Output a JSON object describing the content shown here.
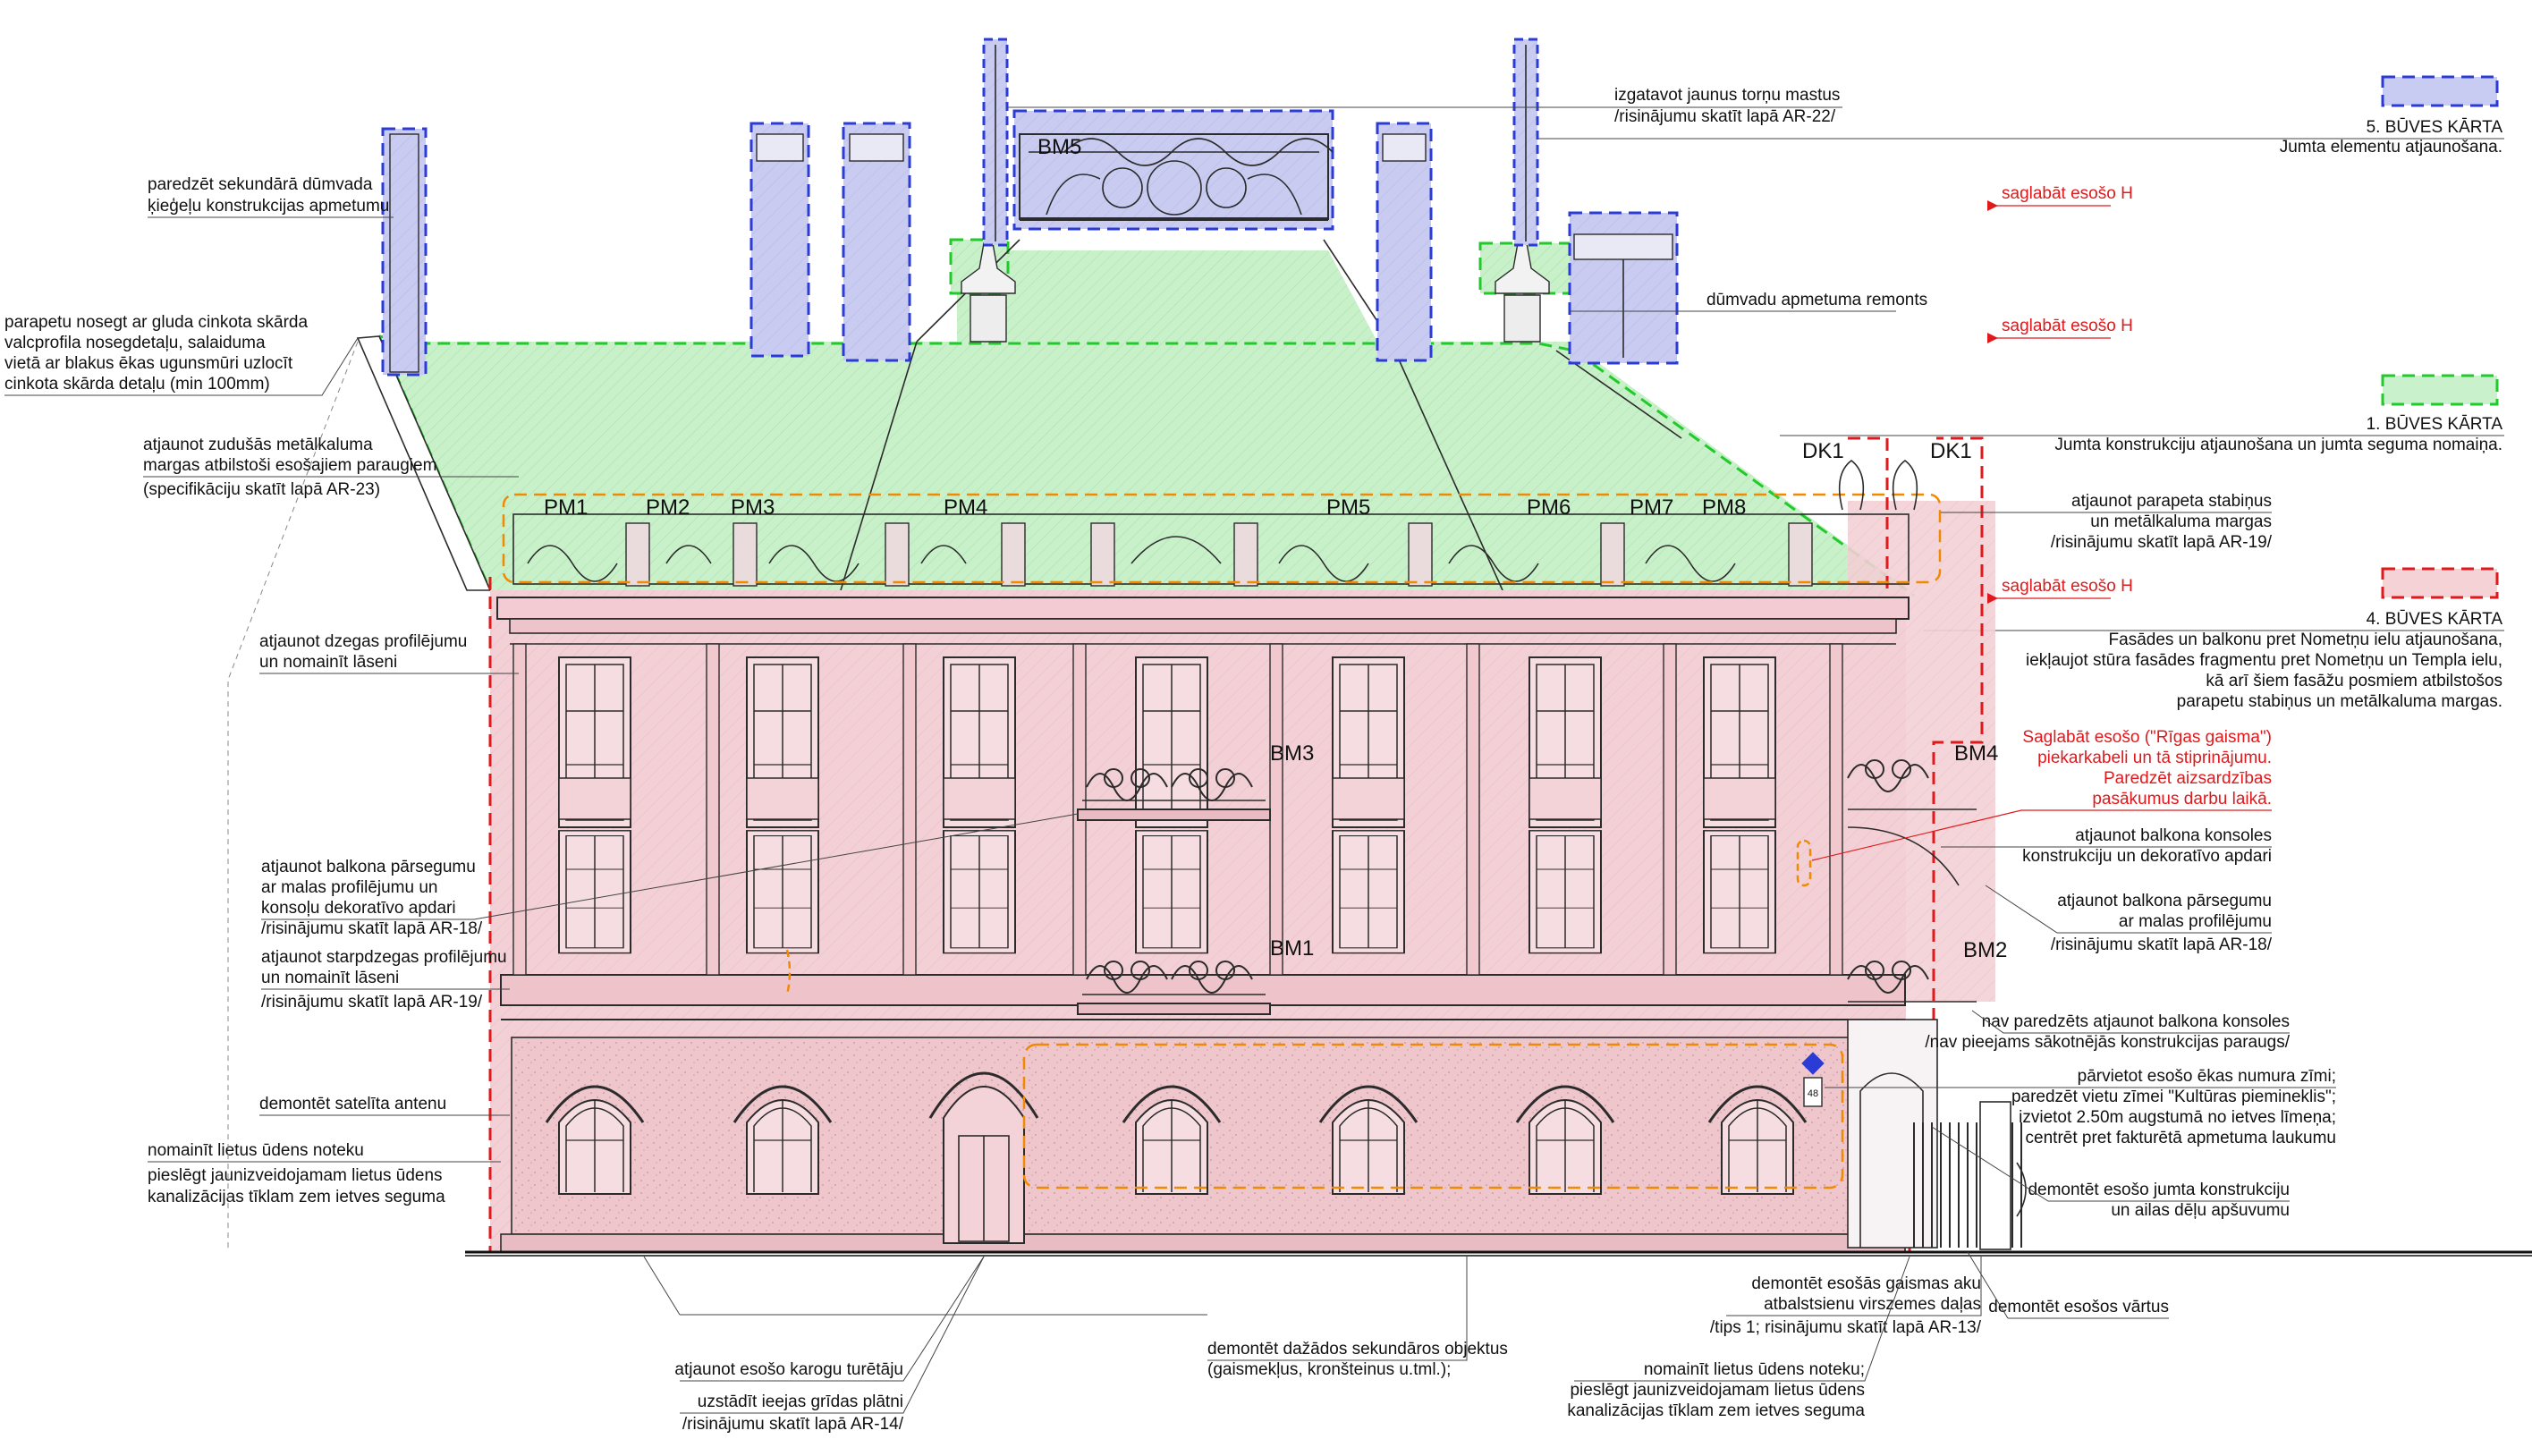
{
  "legend": [
    {
      "stage": "5. BŪVES KĀRTA",
      "desc": "Jumta elementu atjaunošana.",
      "color": "#2b3bd6",
      "fill": "#c9ccf2"
    },
    {
      "stage": "1. BŪVES KĀRTA",
      "desc": "Jumta konstrukciju atjaunošana un jumta seguma nomaiņa.",
      "color": "#22c92b",
      "fill": "#c9f1cc"
    },
    {
      "stage": "4. BŪVES KĀRTA",
      "desc_lines": [
        "Fasādes un balkonu pret Nometņu ielu atjaunošana,",
        "iekļaujot stūra fasādes fragmentu pret Nometņu un Templa ielu,",
        "kā arī šiem fasāžu posmiem atbilstošos",
        "parapetu stabiņus un metālkaluma margas."
      ],
      "color": "#e0191c",
      "fill": "#f4d2d6"
    }
  ],
  "colors": {
    "red_text": "#e0191c",
    "orange": "#f08a00",
    "ink": "#2b2b2b"
  },
  "tags": [
    "BM5",
    "BM3",
    "BM1",
    "BM4",
    "BM2",
    "DK1",
    "DK1",
    "PM1",
    "PM2",
    "PM3",
    "PM4",
    "PM5",
    "PM6",
    "PM7",
    "PM8"
  ],
  "house_number": "48",
  "notes_left": [
    [
      "paredzēt sekundārā dūmvada",
      "ķieģeļu konstrukcijas apmetumu"
    ],
    [
      "parapetu nosegt ar gluda cinkota skārda",
      "valcprofila nosegdetaļu, salaiduma",
      "vietā ar blakus ēkas ugunsmūri uzlocīt",
      "cinkota skārda detaļu (min 100mm)"
    ],
    [
      "atjaunot zudušās metālkaluma",
      "margas atbilstoši esošajiem paraugiem",
      "(specifikāciju skatīt lapā AR-23)"
    ],
    [
      "atjaunot dzegas profilējumu",
      "un nomainīt lāseni"
    ],
    [
      "atjaunot balkona pārsegumu",
      "ar malas profilējumu un",
      "konsoļu dekoratīvo apdari",
      "/risinājumu skatīt lapā AR-18/"
    ],
    [
      "atjaunot starpdzegas profilējumu",
      "un nomainīt lāseni",
      "/risinājumu skatīt lapā AR-19/"
    ],
    [
      "demontēt satelīta antenu"
    ],
    [
      "nomainīt lietus ūdens noteku",
      "pieslēgt jaunizveidojamam lietus ūdens",
      "kanalizācijas tīklam zem ietves seguma"
    ]
  ],
  "notes_top": [
    [
      "izgatavot jaunus torņu mastus",
      "/risinājumu skatīt lapā AR-22/"
    ],
    [
      "dūmvadu apmetuma remonts"
    ]
  ],
  "notes_red": [
    "saglabāt esošo H",
    "saglabāt esošo H",
    "saglabāt esošo H"
  ],
  "notes_right": [
    [
      "atjaunot parapeta stabiņus",
      "un metālkaluma margas",
      "/risinājumu skatīt lapā AR-19/"
    ],
    [
      "atjaunot balkona konsoles",
      "konstrukciju un dekoratīvo apdari"
    ],
    [
      "atjaunot balkona pārsegumu",
      "ar malas profilējumu",
      "/risinājumu skatīt lapā AR-18/"
    ],
    [
      "nav paredzēts atjaunot balkona konsoles",
      "/nav pieejams sākotnējās konstrukcijas paraugs/"
    ],
    [
      "pārvietot esošo ēkas numura zīmi;",
      "paredzēt vietu zīmei \"Kultūras piemineklis\";",
      "izvietot 2.50m augstumā no ietves līmeņa;",
      "centrēt pret fakturētā apmetuma laukumu"
    ],
    [
      "demontēt esošo jumta konstrukciju",
      "un ailas dēļu apšuvumu"
    ]
  ],
  "note_red_block": [
    "Saglabāt esošo (\"Rīgas gaisma\")",
    "piekarkabeli un tā stiprinājumu.",
    "Paredzēt aizsardzības",
    "pasākumus darbu laikā."
  ],
  "notes_bottom": [
    [
      "demontēt esošās gaismas aku",
      "atbalstsienu virszemes daļas",
      "/tips 1; risinājumu skatīt lapā AR-13/"
    ],
    [
      "demontēt esošos vārtus"
    ],
    [
      "atjaunot esošo karogu turētāju"
    ],
    [
      "uzstādīt ieejas grīdas plātni",
      "/risinājumu skatīt lapā AR-14/"
    ],
    [
      "demontēt dažādos sekundāros objektus",
      "(gaismekļus, kronšteinus u.tml.);"
    ],
    [
      "nomainīt lietus ūdens noteku;",
      "pieslēgt jaunizveidojamam lietus ūdens",
      "kanalizācijas tīklam zem ietves seguma"
    ]
  ]
}
